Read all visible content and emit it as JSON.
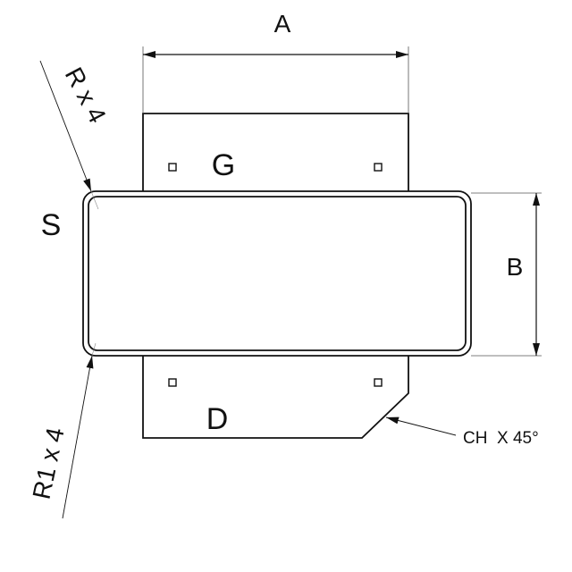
{
  "labels": {
    "dim_a": "A",
    "dim_b": "B",
    "top_flap": "G",
    "bottom_flap": "D",
    "side": "S",
    "outer_radius": "R x 4",
    "inner_radius": "R1 x 4",
    "chamfer": "CH  X 45°"
  }
}
